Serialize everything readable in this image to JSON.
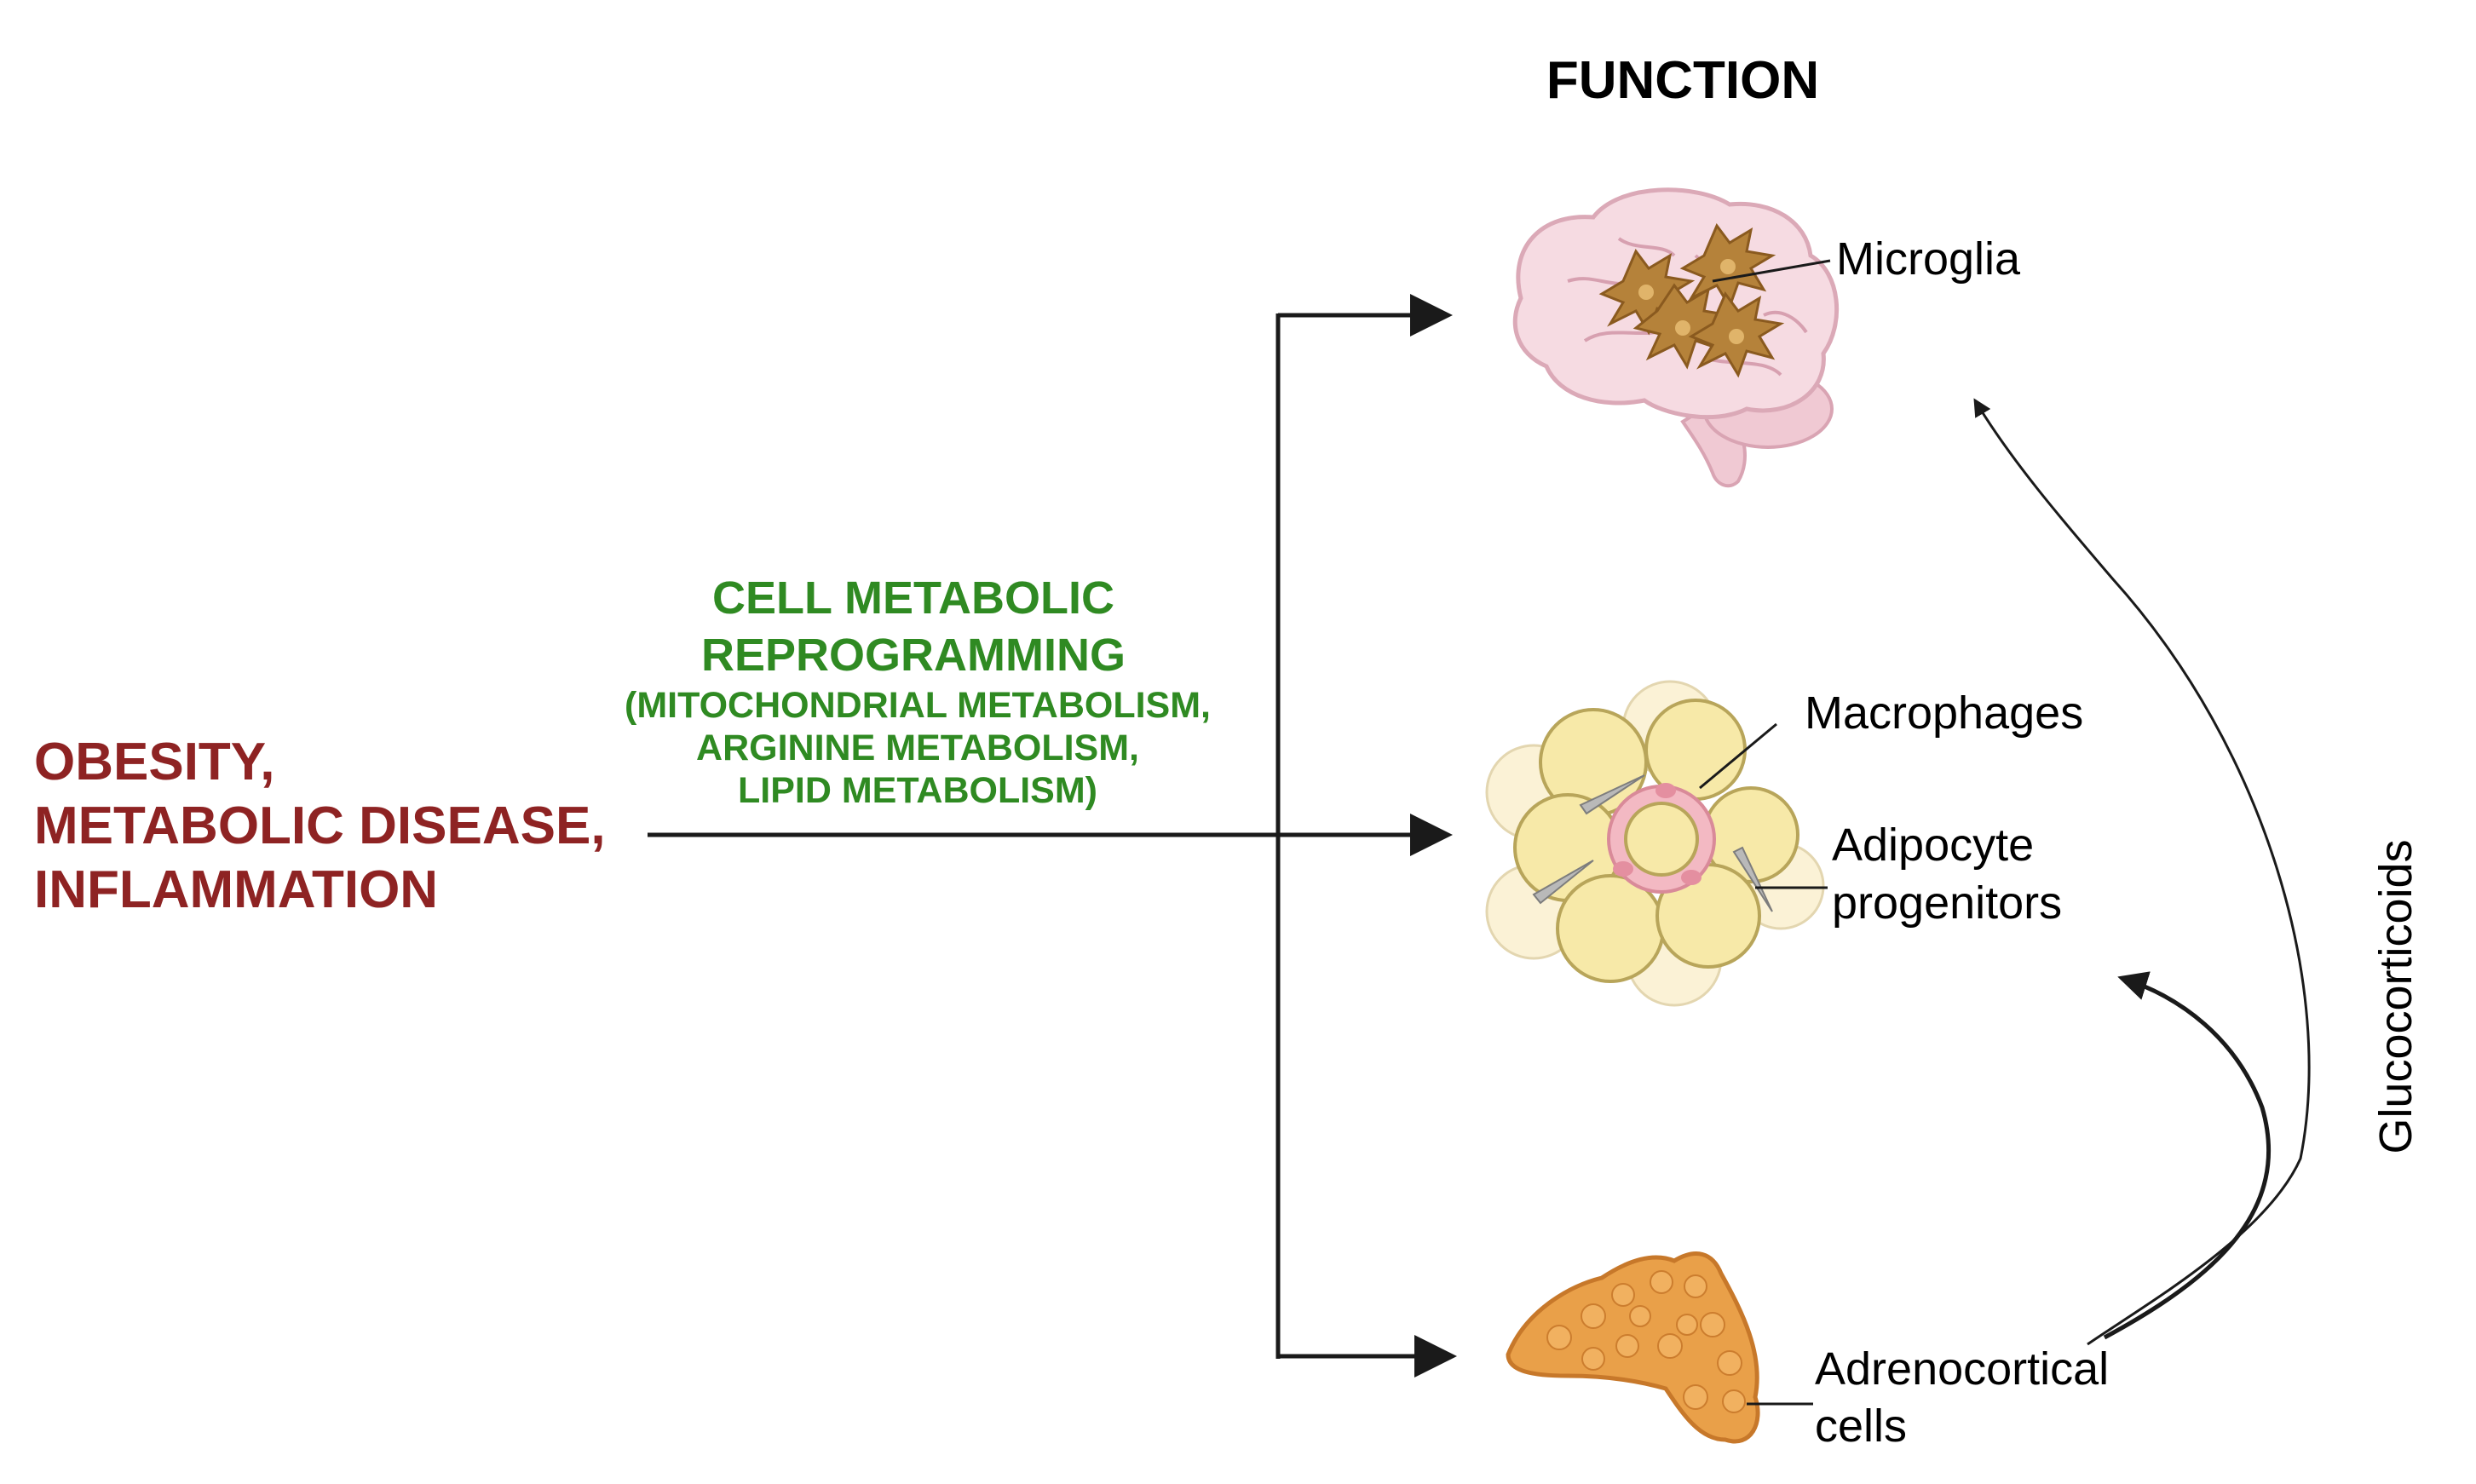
{
  "title": "FUNCTION",
  "cause": {
    "lines": [
      "OBESITY,",
      "METABOLIC DISEASE,",
      "INFLAMMATION"
    ],
    "color": "#8e2323"
  },
  "mechanism": {
    "main_lines": [
      "CELL METABOLIC",
      "REPROGRAMMING"
    ],
    "sub_lines": [
      "(MITOCHONDRIAL METABOLISM,",
      "ARGININE METABOLISM,",
      "LIPID METABOLISM)"
    ],
    "color": "#2f8a22"
  },
  "targets": {
    "microglia": "Microglia",
    "macrophages": "Macrophages",
    "adipocyte_lines": [
      "Adipocyte",
      "progenitors"
    ],
    "adrenocortical_lines": [
      "Adrenocortical",
      "cells"
    ]
  },
  "glucocorticoids": "Glucocorticoids",
  "icons": [
    "brain-with-microglia-icon",
    "adipose-tissue-icon",
    "adrenal-gland-icon"
  ],
  "colors": {
    "brain": "#f4d7df",
    "microglia": "#b07a2c",
    "adipocyte": "#f6e7a6",
    "macrophage": "#f3b8c0",
    "adrenal": "#e79a45",
    "arrow": "#1a1a1a"
  }
}
